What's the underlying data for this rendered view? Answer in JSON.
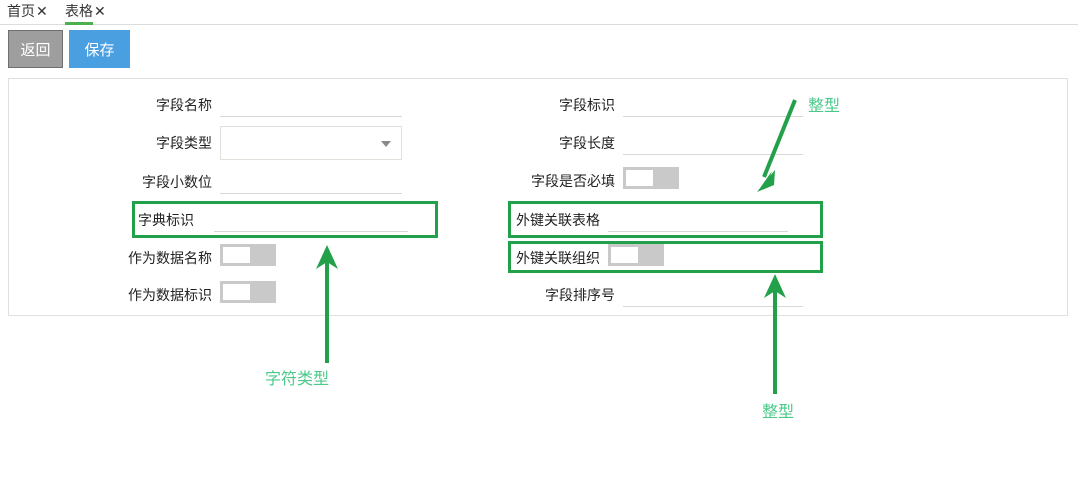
{
  "tabs": [
    {
      "label": "首页",
      "close": "✕",
      "active": false
    },
    {
      "label": "表格",
      "close": "✕",
      "active": true
    }
  ],
  "toolbar": {
    "back_label": "返回",
    "save_label": "保存"
  },
  "form": {
    "left_column": [
      {
        "name": "field-name",
        "label": "字段名称",
        "type": "text",
        "value": "",
        "highlighted": false
      },
      {
        "name": "field-type",
        "label": "字段类型",
        "type": "select",
        "value": "",
        "highlighted": false
      },
      {
        "name": "field-decimal",
        "label": "字段小数位",
        "type": "text",
        "value": "",
        "highlighted": false
      },
      {
        "name": "dict-code",
        "label": "字典标识",
        "type": "text",
        "value": "",
        "highlighted": true
      },
      {
        "name": "as-data-name",
        "label": "作为数据名称",
        "type": "toggle",
        "value": "off",
        "highlighted": false
      },
      {
        "name": "as-data-code",
        "label": "作为数据标识",
        "type": "toggle",
        "value": "off",
        "highlighted": false
      }
    ],
    "right_column": [
      {
        "name": "field-code",
        "label": "字段标识",
        "type": "text",
        "value": "",
        "highlighted": false
      },
      {
        "name": "field-length",
        "label": "字段长度",
        "type": "text",
        "value": "",
        "highlighted": false
      },
      {
        "name": "field-required",
        "label": "字段是否必填",
        "type": "toggle",
        "value": "off",
        "highlighted": false
      },
      {
        "name": "fk-table",
        "label": "外键关联表格",
        "type": "text",
        "value": "",
        "highlighted": true
      },
      {
        "name": "fk-org",
        "label": "外键关联组织",
        "type": "toggle",
        "value": "off",
        "highlighted": true
      },
      {
        "name": "field-order",
        "label": "字段排序号",
        "type": "text",
        "value": "",
        "highlighted": false
      }
    ]
  },
  "annotations": [
    {
      "name": "annotation-integer-top",
      "text": "整型"
    },
    {
      "name": "annotation-char-type",
      "text": "字符类型"
    },
    {
      "name": "annotation-integer-bottom",
      "text": "整型"
    }
  ],
  "colors": {
    "highlight": "#22a14a",
    "annotation_text": "#4cc98a",
    "tab_active_underline": "#4caf50",
    "save_button": "#4a9fe0",
    "back_button": "#9e9e9e"
  }
}
